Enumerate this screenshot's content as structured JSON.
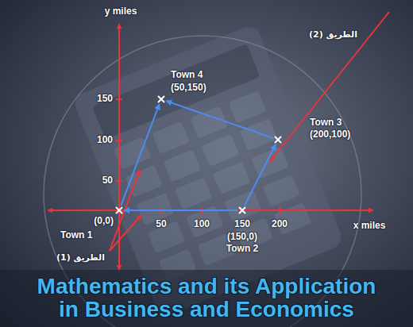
{
  "diagram": {
    "title": "Mathematics and its Application in Business and Economics",
    "nodes": [
      {
        "text": [
          "Town 4",
          "(50,150)"
        ]
      },
      {
        "text": [
          "Town 3",
          "(200,100)"
        ]
      },
      {
        "text": [
          "(0,0)",
          "Town 1"
        ]
      },
      {
        "text": [
          "(150,0)",
          "Town 2"
        ]
      }
    ],
    "edges": [
      {
        "from": 2,
        "to": 0,
        "arrow": "to"
      },
      {
        "from": 1,
        "to": 0,
        "arrow": "to"
      },
      {
        "from": 3,
        "to": 1,
        "arrow": "to"
      },
      {
        "from": 3,
        "to": 2,
        "arrow": "to"
      }
    ],
    "labels": [
      "y miles",
      "الطريق (2)",
      "150",
      "100",
      "50",
      "50",
      "100",
      "150",
      "200",
      "x miles",
      "الطريق (1)"
    ]
  }
}
